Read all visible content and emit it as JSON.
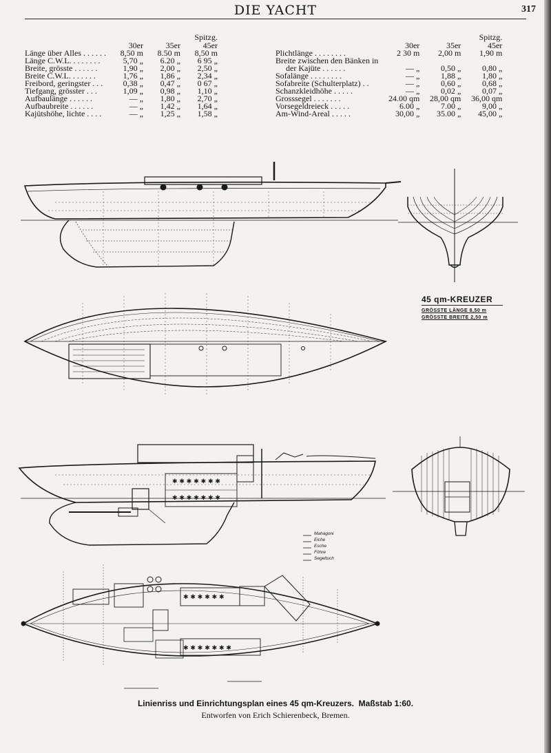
{
  "header": {
    "title": "DIE YACHT",
    "page_number": "317"
  },
  "spec_left": {
    "columns": [
      "30er",
      "35er",
      "Spitzg.\n45er"
    ],
    "rows": [
      {
        "label": "Länge über Alles . . . . . .",
        "v": [
          "8,50 m",
          "8.50 m",
          "8,50 m"
        ]
      },
      {
        "label": "Länge C.W.L. . . . . . . .",
        "v": [
          "5,70 „",
          "6.20 „",
          "6 95 „"
        ]
      },
      {
        "label": "Breite, grösste . . . . . .",
        "v": [
          "1,90 „",
          "2,00 „",
          "2,50 „"
        ]
      },
      {
        "label": "Breite C.W.L. . . . . . .",
        "v": [
          "1,76 „",
          "1,86 „",
          "2,34 „"
        ]
      },
      {
        "label": "Freibord, geringster . . .",
        "v": [
          "0,38 „",
          "0,47 „",
          "0 67 „"
        ]
      },
      {
        "label": "Tiefgang, grösster . . .",
        "v": [
          "1,09 „",
          "0,98 „",
          "1,10 „"
        ]
      },
      {
        "label": "Aufbaulänge . . . . . .",
        "v": [
          "— „",
          "1,80 „",
          "2,70 „"
        ]
      },
      {
        "label": "Aufbaubreite . . . . . .",
        "v": [
          "— „",
          "1,42 „",
          "1,64 „"
        ]
      },
      {
        "label": "Kajütshöhe, lichte . . . .",
        "v": [
          "— „",
          "1,25 „",
          "1,58 „"
        ]
      }
    ]
  },
  "spec_right": {
    "columns": [
      "30er",
      "35er",
      "Spitzg.\n45er"
    ],
    "rows": [
      {
        "label": "Plichtlänge . . . . . . . .",
        "v": [
          "2 30 m",
          "2,00 m",
          "1,90 m"
        ]
      },
      {
        "label": "Breite zwischen den Bänken in",
        "v": [
          "",
          "",
          ""
        ]
      },
      {
        "label": "     der Kajüte . . . . . .",
        "v": [
          "— „",
          "0,50 „",
          "0,80 „"
        ]
      },
      {
        "label": "Sofalänge . . . . . . . .",
        "v": [
          "— „",
          "1,88 „",
          "1,80 „"
        ]
      },
      {
        "label": "Sofabreite (Schulterplatz) . .",
        "v": [
          "— „",
          "0,60 „",
          "0,68 „"
        ]
      },
      {
        "label": "Schanzkleidhöhe . . . . .",
        "v": [
          "— „",
          "0,02 „",
          "0,07 „"
        ]
      },
      {
        "label": "Grosssegel . . . . . . .",
        "v": [
          "24.00 qm",
          "28,00 qm",
          "36,00 qm"
        ]
      },
      {
        "label": "Vorsegeldreieck . . . . .",
        "v": [
          "6.00 „",
          "7.00 „",
          "9,00 „"
        ]
      },
      {
        "label": "Am-Wind-Areal . . . . .",
        "v": [
          "30,00 „",
          "35.00 „",
          "45,00 „"
        ]
      }
    ]
  },
  "kreuzer_label": {
    "title": "45 qm-KREUZER",
    "line1": "GRÖSSTE LÄNGE 8,50 m",
    "line2": "GRÖSSTE BREITE 2,50 m"
  },
  "legend": [
    "Mahagoni",
    "Eiche",
    "Esche",
    "Föhre",
    "Segeltuch"
  ],
  "caption": {
    "line1": "Linienriss und Einrichtungsplan eines 45 qm-Kreuzers.  Maßstab 1:60.",
    "line2": "Entworfen von Erich Schierenbeck, Bremen."
  }
}
